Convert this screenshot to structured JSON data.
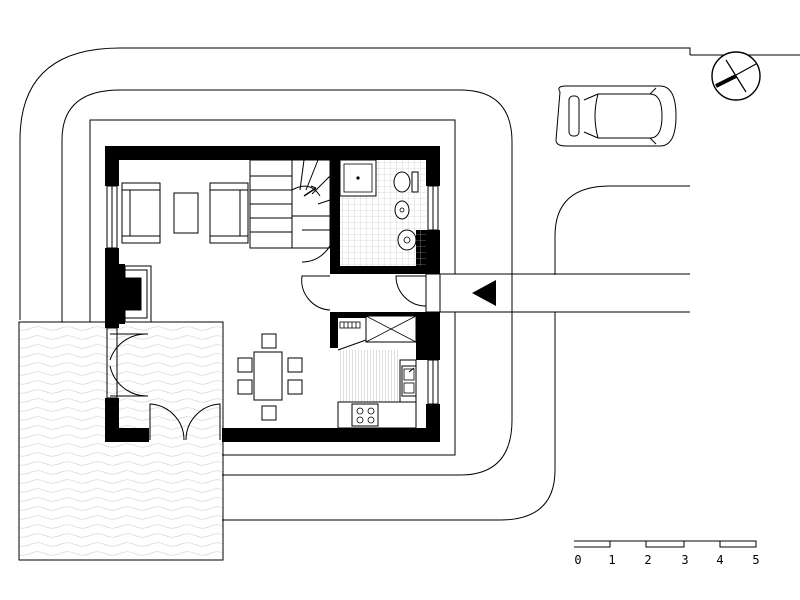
{
  "scale_bar": {
    "labels": [
      "0",
      "1",
      "2",
      "3",
      "4",
      "5"
    ]
  },
  "colors": {
    "wall": "#000000",
    "line": "#000000",
    "background": "#ffffff",
    "terrace_fill": "#ffffff"
  },
  "icons": [
    "north-arrow-icon",
    "car-icon",
    "entrance-arrow-icon"
  ]
}
